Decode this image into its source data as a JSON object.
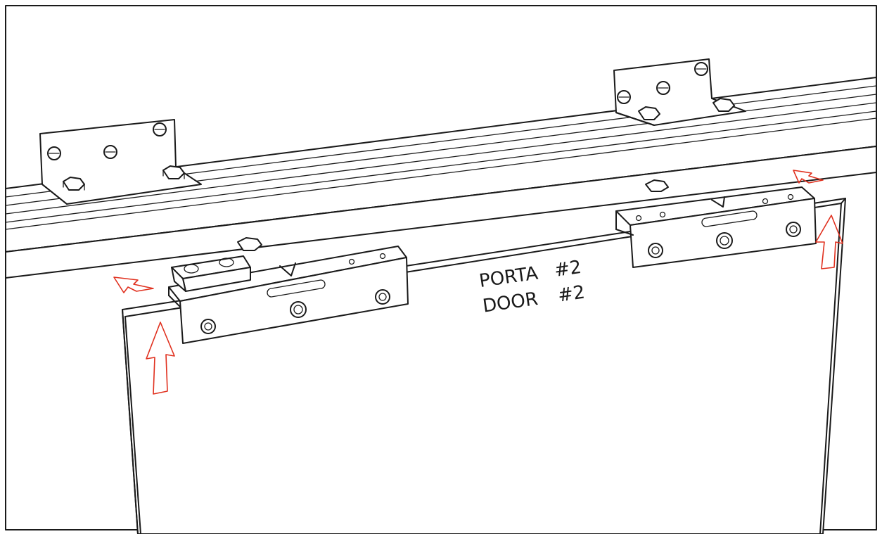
{
  "label": {
    "line1_word": "PORTA",
    "line1_num": "#2",
    "line2_word": "DOOR",
    "line2_num": "#2"
  },
  "colors": {
    "line": "#1a1a1a",
    "arrow": "#e0301e",
    "background": "#ffffff"
  }
}
